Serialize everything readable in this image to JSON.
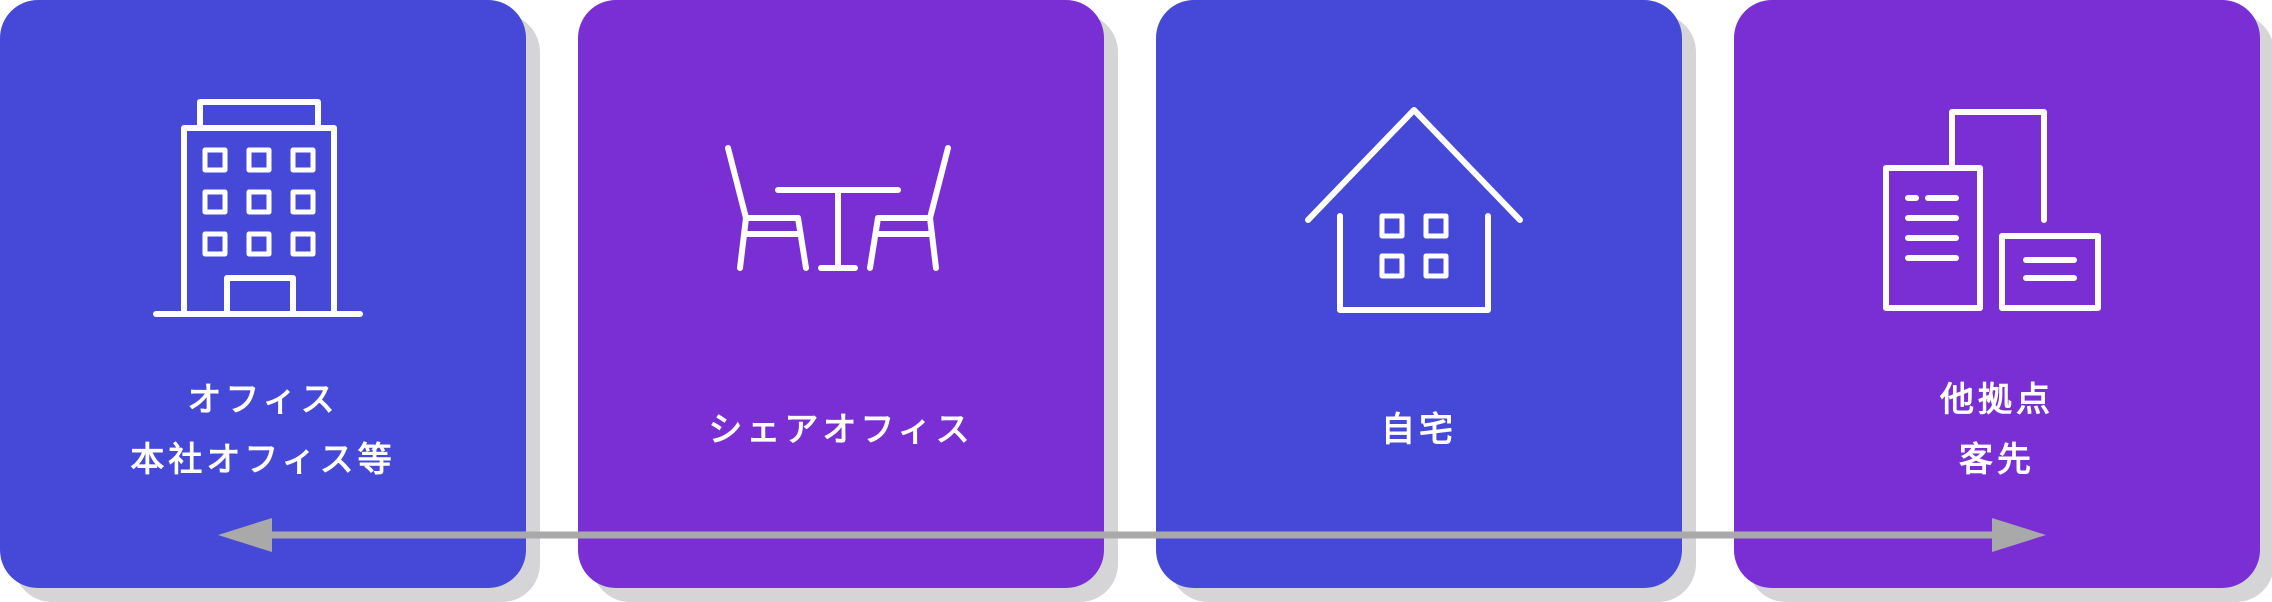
{
  "colors": {
    "blue": "#4649d8",
    "purple": "#7a2fd5",
    "arrow": "#a9a9a9",
    "shadow": "#d5d5d8"
  },
  "cards": [
    {
      "icon": "office-building-icon",
      "lines": [
        "オフィス",
        "本社オフィス等"
      ]
    },
    {
      "icon": "shared-office-table-chairs-icon",
      "lines": [
        "シェアオフィス"
      ]
    },
    {
      "icon": "house-icon",
      "lines": [
        "自宅"
      ]
    },
    {
      "icon": "branch-buildings-icon",
      "lines": [
        "他拠点",
        "客先"
      ]
    }
  ],
  "arrow": {
    "direction": "bidirectional"
  }
}
